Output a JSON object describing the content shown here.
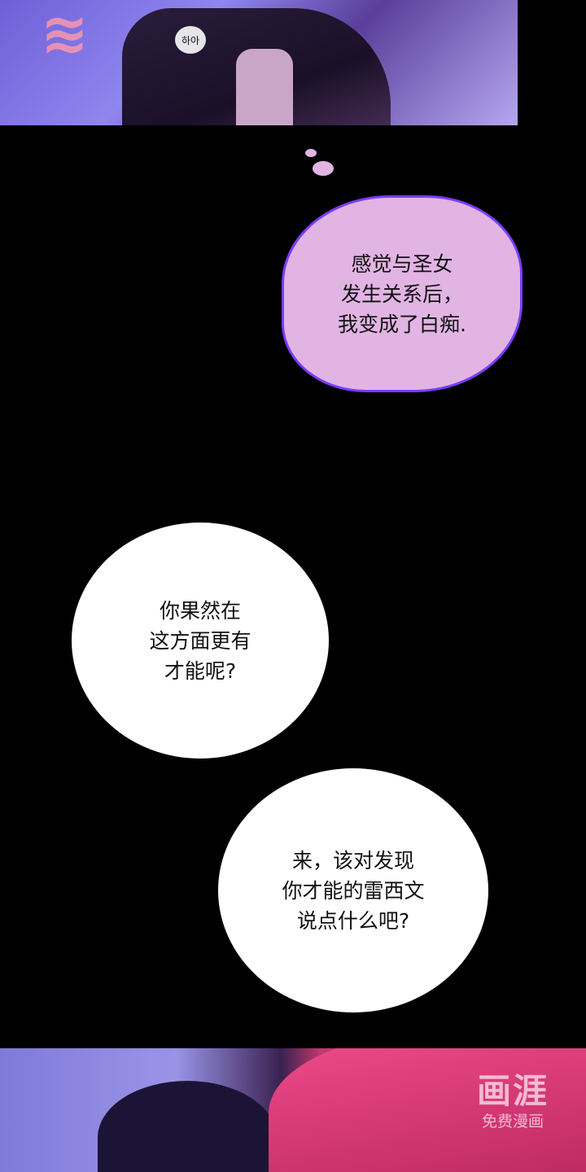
{
  "panels": {
    "top": {
      "sfx_circle": "하아"
    },
    "thought_bubble": {
      "text": "感觉与圣女\n发生关系后，\n我变成了白痴."
    },
    "speech_bubble_1": {
      "text": "你果然在\n这方面更有\n才能呢?"
    },
    "speech_bubble_2": {
      "text": "来，该对发现\n你才能的雷西文\n说点什么吧?"
    }
  },
  "watermark": {
    "brand": "画涯",
    "tagline": "免费漫画"
  },
  "colors": {
    "thought_bubble_fill": "#e2b4e4",
    "thought_bubble_border": "#7a3cff",
    "background": "#000000"
  }
}
